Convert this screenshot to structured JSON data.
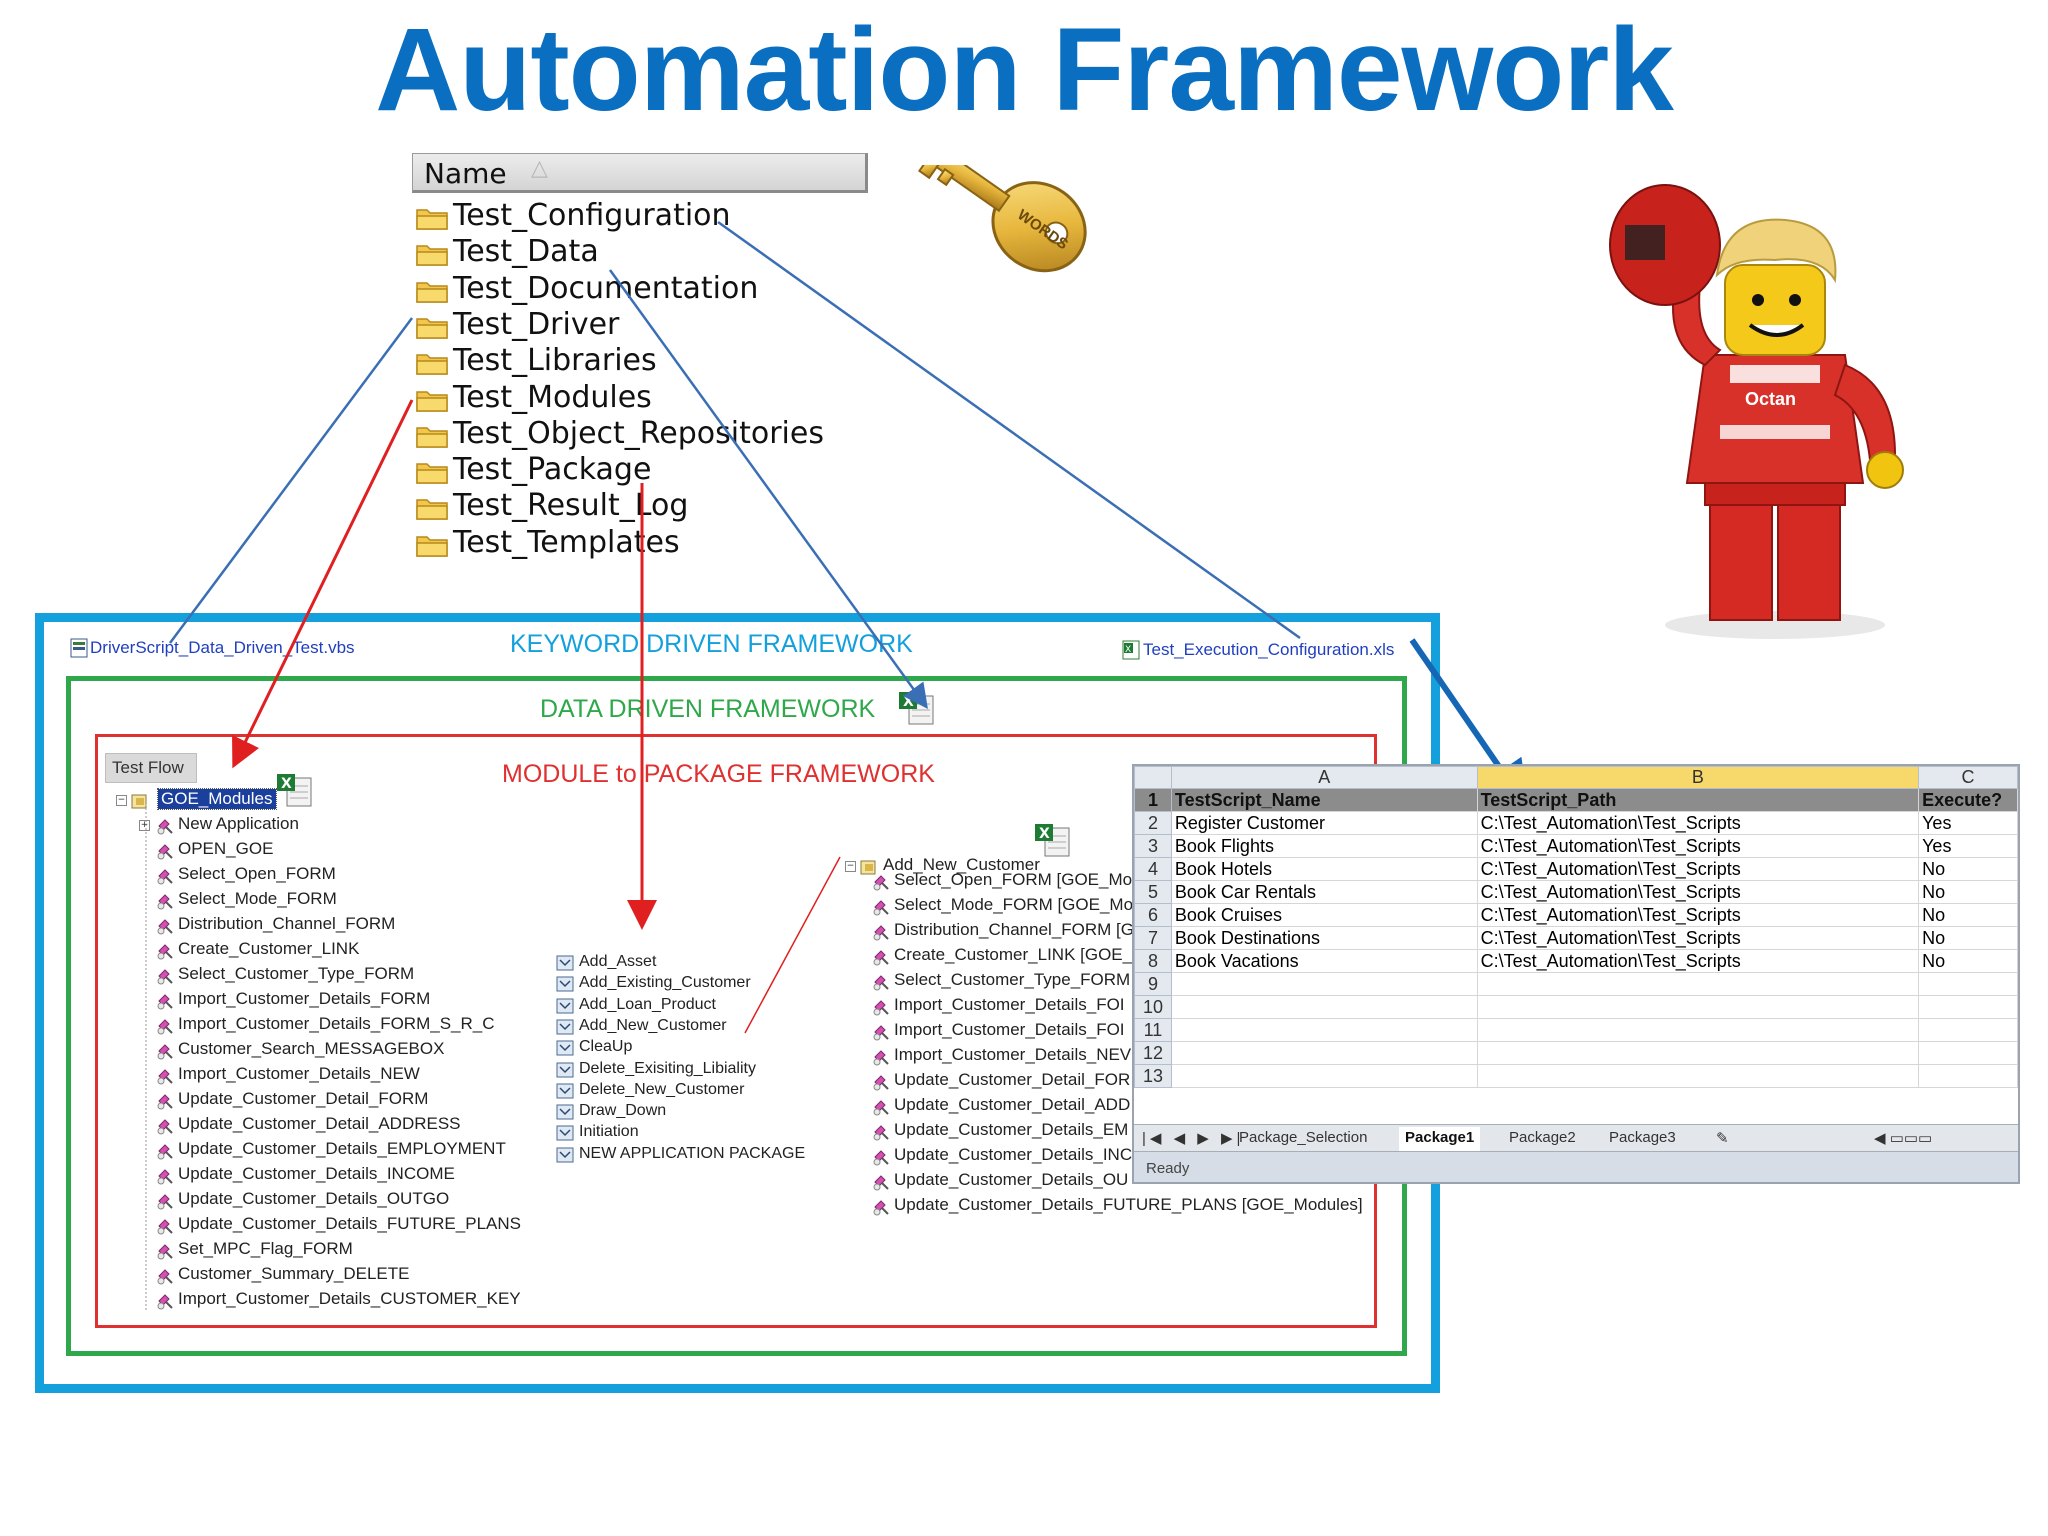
{
  "title": "Automation Framework",
  "folder_list": {
    "header": "Name",
    "folders": [
      "Test_Configuration",
      "Test_Data",
      "Test_Documentation",
      "Test_Driver",
      "Test_Libraries",
      "Test_Modules",
      "Test_Object_Repositories",
      "Test_Package",
      "Test_Result_Log",
      "Test_Templates"
    ]
  },
  "key_label": "WORDS",
  "frameworks": {
    "keyword": "KEYWORD DRIVEN FRAMEWORK",
    "data": "DATA DRIVEN FRAMEWORK",
    "module": "MODULE to PACKAGE FRAMEWORK"
  },
  "files": {
    "driver_script": "DriverScript_Data_Driven_Test.vbs",
    "execution_config": "Test_Execution_Configuration.xls"
  },
  "colors": {
    "title": "#0a6fc1",
    "keyword_box": "#14a0dc",
    "data_box": "#2ea84a",
    "module_box": "#e03030",
    "connector_blue": "#3a6fb5",
    "connector_red": "#e02020"
  },
  "test_flow": {
    "tab_label": "Test Flow",
    "root": "GOE_Modules",
    "items": [
      "New Application",
      "OPEN_GOE",
      "Select_Open_FORM",
      "Select_Mode_FORM",
      "Distribution_Channel_FORM",
      "Create_Customer_LINK",
      "Select_Customer_Type_FORM",
      "Import_Customer_Details_FORM",
      "Import_Customer_Details_FORM_S_R_C",
      "Customer_Search_MESSAGEBOX",
      "Import_Customer_Details_NEW",
      "Update_Customer_Detail_FORM",
      "Update_Customer_Detail_ADDRESS",
      "Update_Customer_Details_EMPLOYMENT",
      "Update_Customer_Details_INCOME",
      "Update_Customer_Details_OUTGO",
      "Update_Customer_Details_FUTURE_PLANS",
      "Set_MPC_Flag_FORM",
      "Customer_Summary_DELETE",
      "Import_Customer_Details_CUSTOMER_KEY"
    ]
  },
  "packages": [
    "Add_Asset",
    "Add_Existing_Customer",
    "Add_Loan_Product",
    "Add_New_Customer",
    "CleaUp",
    "Delete_Exisiting_Libiality",
    "Delete_New_Customer",
    "Draw_Down",
    "Initiation",
    "NEW APPLICATION PACKAGE"
  ],
  "package_detail": {
    "root": "Add_New_Customer",
    "items": [
      "Select_Open_FORM [GOE_Mo",
      "Select_Mode_FORM [GOE_Mo",
      "Distribution_Channel_FORM [G",
      "Create_Customer_LINK [GOE_",
      "Select_Customer_Type_FORM",
      "Import_Customer_Details_FOI",
      "Import_Customer_Details_FOI",
      "Import_Customer_Details_NEV",
      "Update_Customer_Detail_FOR",
      "Update_Customer_Detail_ADD",
      "Update_Customer_Details_EM",
      "Update_Customer_Details_INC",
      "Update_Customer_Details_OU",
      "Update_Customer_Details_FUTURE_PLANS [GOE_Modules]"
    ]
  },
  "spreadsheet": {
    "columns": [
      "A",
      "B",
      "C"
    ],
    "header_row": [
      "TestScript_Name",
      "TestScript_Path",
      "Execute?"
    ],
    "rows": [
      [
        "Register Customer",
        "C:\\Test_Automation\\Test_Scripts",
        "Yes"
      ],
      [
        "Book Flights",
        "C:\\Test_Automation\\Test_Scripts",
        "Yes"
      ],
      [
        "Book Hotels",
        "C:\\Test_Automation\\Test_Scripts",
        "No"
      ],
      [
        "Book Car Rentals",
        "C:\\Test_Automation\\Test_Scripts",
        "No"
      ],
      [
        "Book Cruises",
        "C:\\Test_Automation\\Test_Scripts",
        "No"
      ],
      [
        "Book Destinations",
        "C:\\Test_Automation\\Test_Scripts",
        "No"
      ],
      [
        "Book Vacations",
        "C:\\Test_Automation\\Test_Scripts",
        "No"
      ]
    ],
    "row_numbers": [
      "1",
      "2",
      "3",
      "4",
      "5",
      "6",
      "7",
      "8",
      "9",
      "10",
      "11",
      "12",
      "13"
    ],
    "tabs": [
      "Package_Selection",
      "Package1",
      "Package2",
      "Package3"
    ],
    "active_tab": "Package1",
    "status": "Ready"
  }
}
